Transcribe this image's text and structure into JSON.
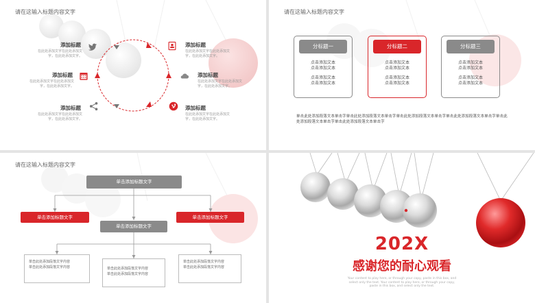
{
  "slide1": {
    "title": "请在这输入标题内容文字",
    "items": [
      {
        "title": "添加标题",
        "text": "在此处添加文字在此处添加文字，在此处添加文字。",
        "icon": "twitter-icon"
      },
      {
        "title": "添加标题",
        "text": "在此处添加文字在此处添加文字，在此处添加文字。",
        "icon": "calendar-icon"
      },
      {
        "title": "添加标题",
        "text": "在此处添加文字在此处添加文字，在此处添加文字。",
        "icon": "share-icon"
      },
      {
        "title": "添加标题",
        "text": "在此处添加文字在此处添加文字，在此处添加文字。",
        "icon": "contact-card-icon"
      },
      {
        "title": "添加标题",
        "text": "在此处添加文字在此处添加文字，在此处添加文字。",
        "icon": "cloud-icon"
      },
      {
        "title": "添加标题",
        "text": "在此处添加文字在此处添加文字，在此处添加文字。",
        "icon": "vimeo-icon"
      }
    ]
  },
  "slide2": {
    "title": "请在这输入标题内容文字",
    "boxes": [
      {
        "label": "分标题一",
        "lines": [
          "点击添加文本",
          "点击添加文本",
          "点击添加文本",
          "点击添加文本"
        ]
      },
      {
        "label": "分标题二",
        "lines": [
          "点击添加文本",
          "点击添加文本",
          "点击添加文本",
          "点击添加文本"
        ]
      },
      {
        "label": "分标题三",
        "lines": [
          "点击添加文本",
          "点击添加文本",
          "点击添加文本",
          "点击添加文本"
        ]
      }
    ],
    "paragraph": "单击此处添加段落文本单击字单击此处添加段落文本单击字单击此处添加段落文本单击字单击此处添加段落文本单击字单击此处添加段落文本单击字单击此处添加段落文本单击字"
  },
  "slide3": {
    "title": "请在这输入标题内容文字",
    "root": "单击添加标题文字",
    "left": "单击添加标题文字",
    "middle": "单击添加标题文字",
    "right": "单击添加标题文字",
    "leaves": [
      {
        "line1": "单击此处添加段落文字内容",
        "line2": "单击此处添加段落文字内容"
      },
      {
        "line1": "单击此处添加段落文字内容",
        "line2": "单击此处添加段落文字内容"
      },
      {
        "line1": "单击此处添加段落文字内容",
        "line2": "单击此处添加段落文字内容"
      }
    ]
  },
  "slide4": {
    "year": "202X",
    "thanks": "感谢您的耐心观看",
    "small_text": "Your content to play here, or through your copy, paste in this box, and select only the text. Your content to play here, or through your copy, paste in this box, and select only the text."
  },
  "colors": {
    "accent": "#d9262a",
    "gray": "#8a8a8a"
  }
}
